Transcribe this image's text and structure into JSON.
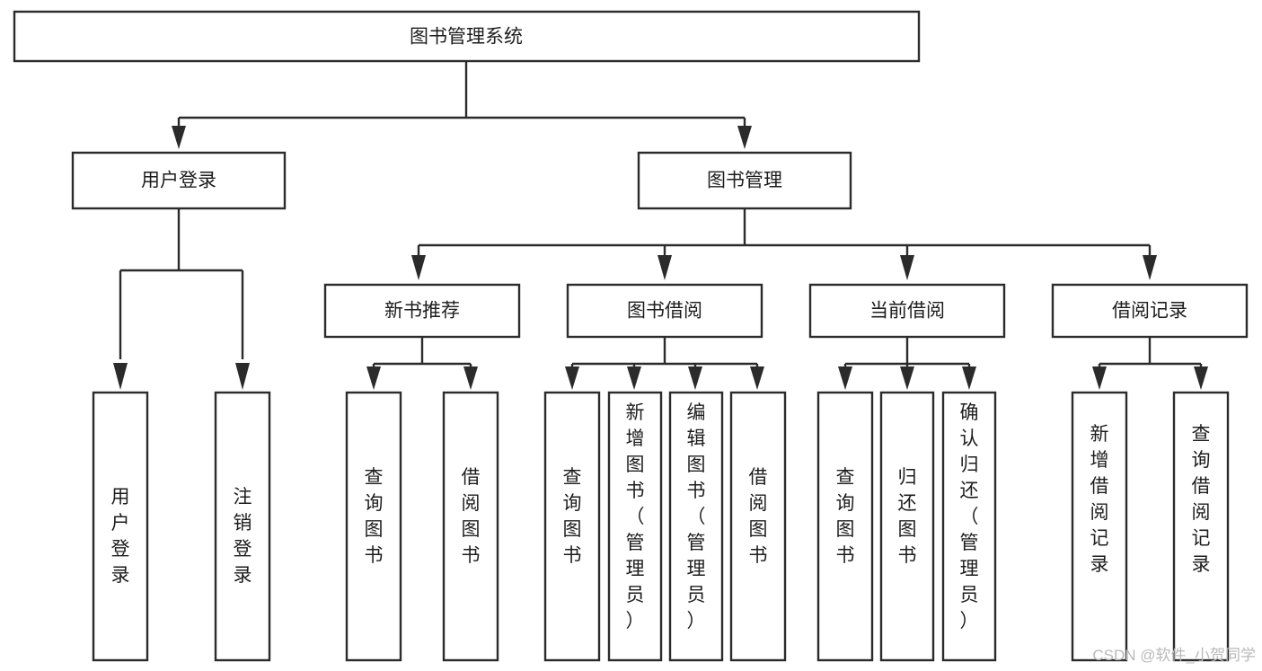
{
  "diagram": {
    "title": "图书管理系统",
    "type": "tree-hierarchy-diagram",
    "colors": {
      "box_stroke": "#2b2b2b",
      "box_fill": "#ffffff",
      "text": "#1d1d1d",
      "background": "#ffffff",
      "watermark": "#b9b9b9"
    },
    "root": {
      "label": "图书管理系统"
    },
    "level2": [
      {
        "label": "用户登录"
      },
      {
        "label": "图书管理"
      }
    ],
    "level3": [
      {
        "label": "新书推荐"
      },
      {
        "label": "图书借阅"
      },
      {
        "label": "当前借阅"
      },
      {
        "label": "借阅记录"
      }
    ],
    "leaves": {
      "user_login": [
        {
          "label": "用户登录"
        },
        {
          "label": "注销登录"
        }
      ],
      "new_book_recommend": [
        {
          "label": "查询图书"
        },
        {
          "label": "借阅图书"
        }
      ],
      "book_borrow": [
        {
          "label": "查询图书"
        },
        {
          "label": "新增图书（管理员）"
        },
        {
          "label": "编辑图书（管理员）"
        },
        {
          "label": "借阅图书"
        }
      ],
      "current_borrow": [
        {
          "label": "查询图书"
        },
        {
          "label": "归还图书"
        },
        {
          "label": "确认归还（管理员）"
        }
      ],
      "borrow_record": [
        {
          "label": "新增借阅记录"
        },
        {
          "label": "查询借阅记录"
        }
      ]
    }
  },
  "watermark": {
    "text": "CSDN @软件_小贺同学"
  }
}
